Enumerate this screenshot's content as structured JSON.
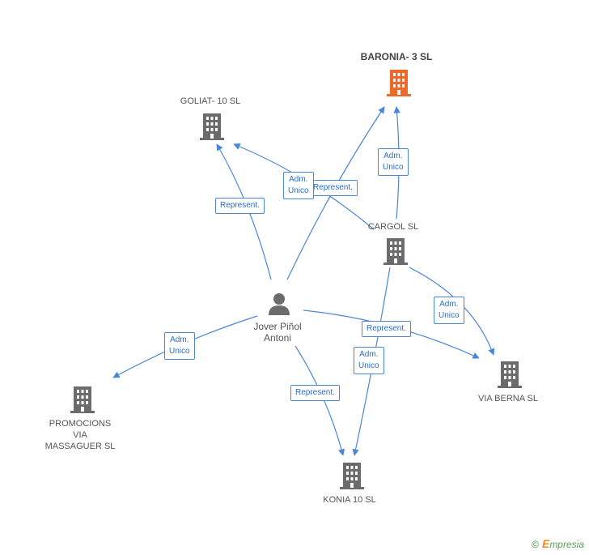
{
  "colors": {
    "edge": "#4a86d8",
    "building": "#6b6b6b",
    "focus": "#f0672a",
    "person": "#6b6b6b"
  },
  "nodes": {
    "baronia": {
      "label": "BARONIA- 3 SL",
      "icon": "building-icon"
    },
    "goliat": {
      "label": "GOLIAT- 10 SL",
      "icon": "building-icon"
    },
    "cargol": {
      "label": "CARGOL SL",
      "icon": "building-icon"
    },
    "person": {
      "label": "Jover Piñol\nAntoni",
      "icon": "person-icon"
    },
    "promocions": {
      "label": "PROMOCIONS\nVIA\nMASSAGUER SL",
      "icon": "building-icon"
    },
    "viaberna": {
      "label": "VIA BERNA SL",
      "icon": "building-icon"
    },
    "konia": {
      "label": "KONIA 10 SL",
      "icon": "building-icon"
    }
  },
  "edges": {
    "e1": "Represent.",
    "e2": "Adm.\nUnico",
    "e3": "Represent.",
    "e4": "Adm.\nUnico",
    "e5": "Adm.\nUnico",
    "e6": "Adm.\nUnico",
    "e7": "Represent.",
    "e8": "Adm.\nUnico",
    "e9": "Represent."
  },
  "footer": {
    "copyright": "©",
    "brand_initial": "E",
    "brand_rest": "mpresia"
  }
}
